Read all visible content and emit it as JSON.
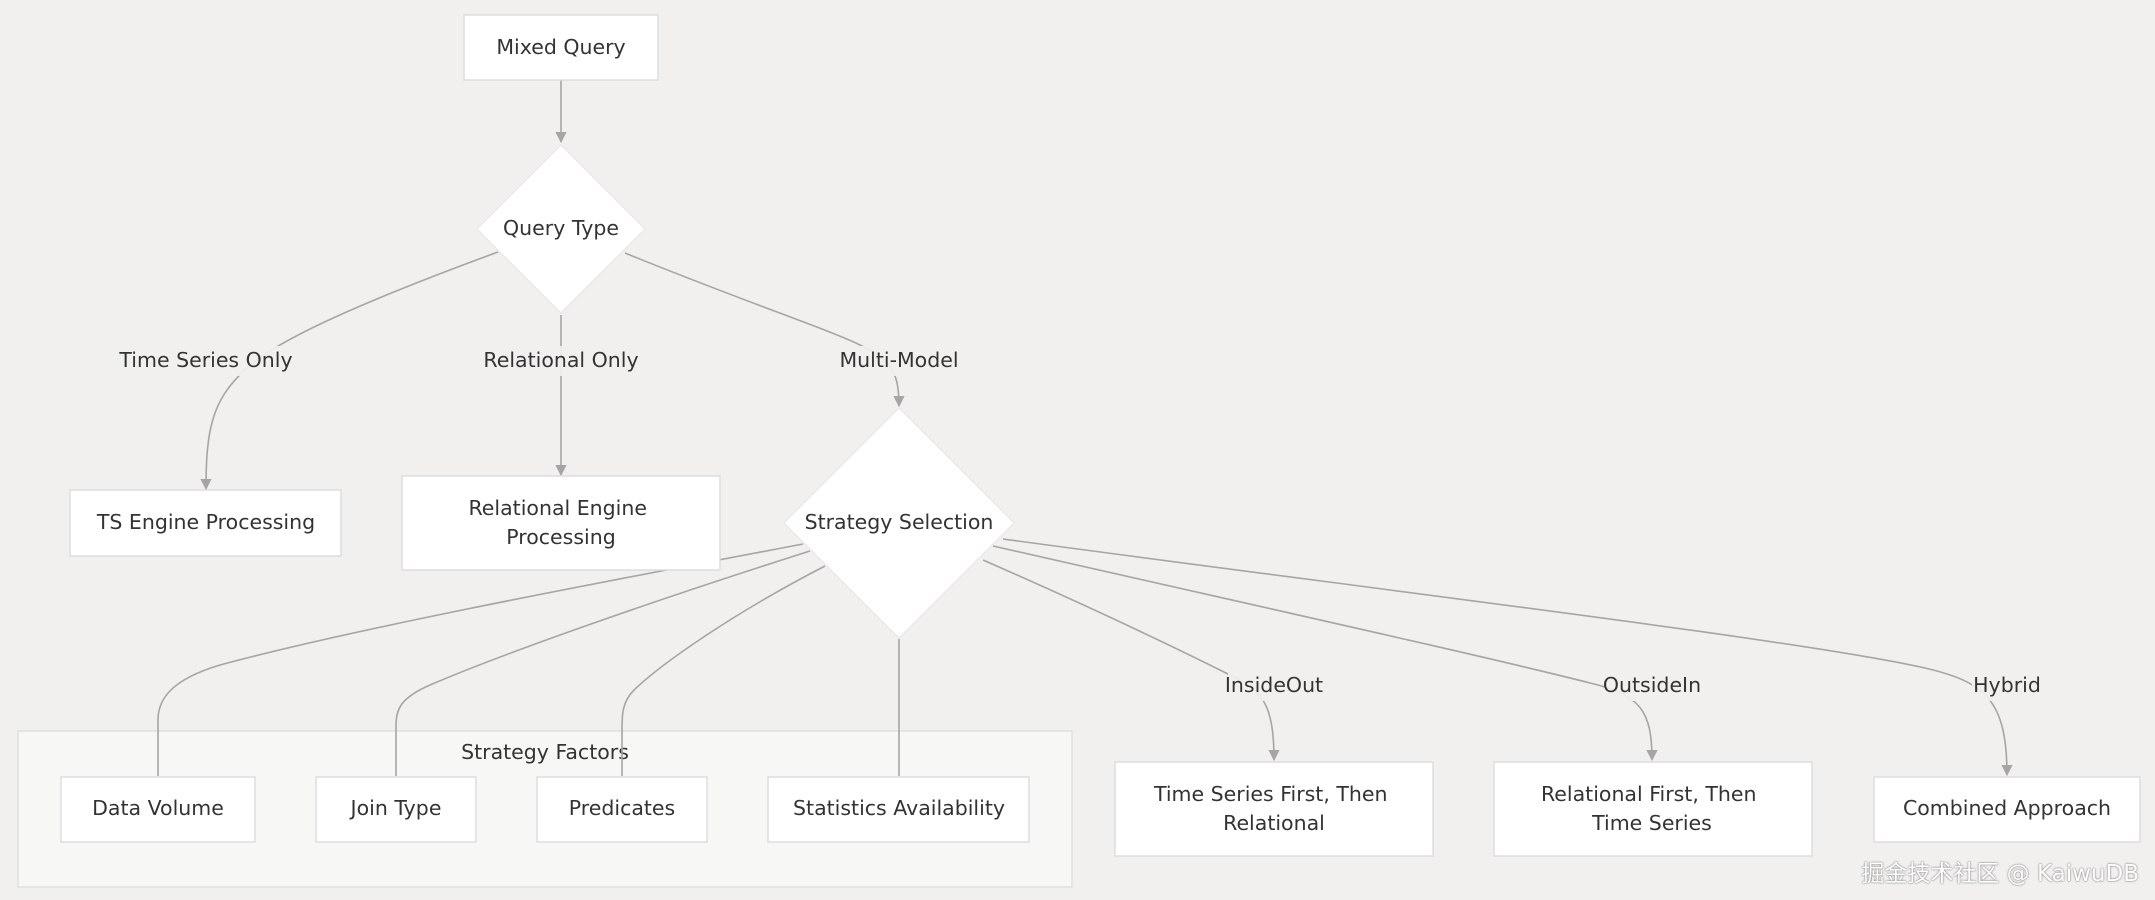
{
  "nodes": {
    "mixed_query": [
      "Mixed Query"
    ],
    "query_type": [
      "Query Type"
    ],
    "ts_engine": [
      "TS Engine Processing"
    ],
    "relational_engine": [
      "Relational Engine",
      "Processing"
    ],
    "strategy_selection": [
      "Strategy Selection"
    ],
    "data_volume": [
      "Data Volume"
    ],
    "join_type": [
      "Join Type"
    ],
    "predicates": [
      "Predicates"
    ],
    "statistics": [
      "Statistics Availability"
    ],
    "ts_first": [
      "Time Series First, Then",
      "Relational"
    ],
    "rel_first": [
      "Relational First, Then",
      "Time Series"
    ],
    "combined": [
      "Combined Approach"
    ]
  },
  "edge_labels": {
    "time_series_only": "Time Series Only",
    "relational_only": "Relational Only",
    "multi_model": "Multi-Model",
    "inside_out": "InsideOut",
    "outside_in": "OutsideIn",
    "hybrid": "Hybrid"
  },
  "cluster": {
    "label": "Strategy Factors"
  },
  "watermark": "掘金技术社区 @ KaiwuDB"
}
